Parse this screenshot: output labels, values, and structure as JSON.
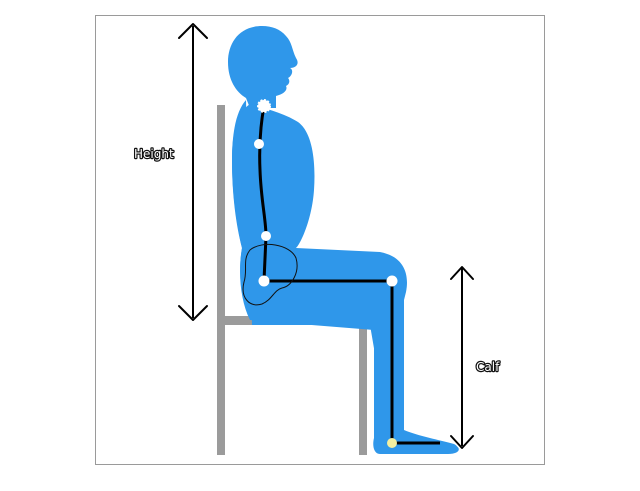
{
  "diagram": {
    "labels": {
      "height": "Height",
      "calf": "Calf"
    },
    "colors": {
      "body": "#2f97ea",
      "chair": "#9b9b9b",
      "skeleton": "#000000",
      "joint": "#ffffff",
      "arrow": "#000000",
      "frame": "#9a9a9a"
    },
    "icons": {
      "height_arrow": "double-headed-vertical-arrow",
      "calf_arrow": "double-headed-vertical-arrow"
    }
  }
}
